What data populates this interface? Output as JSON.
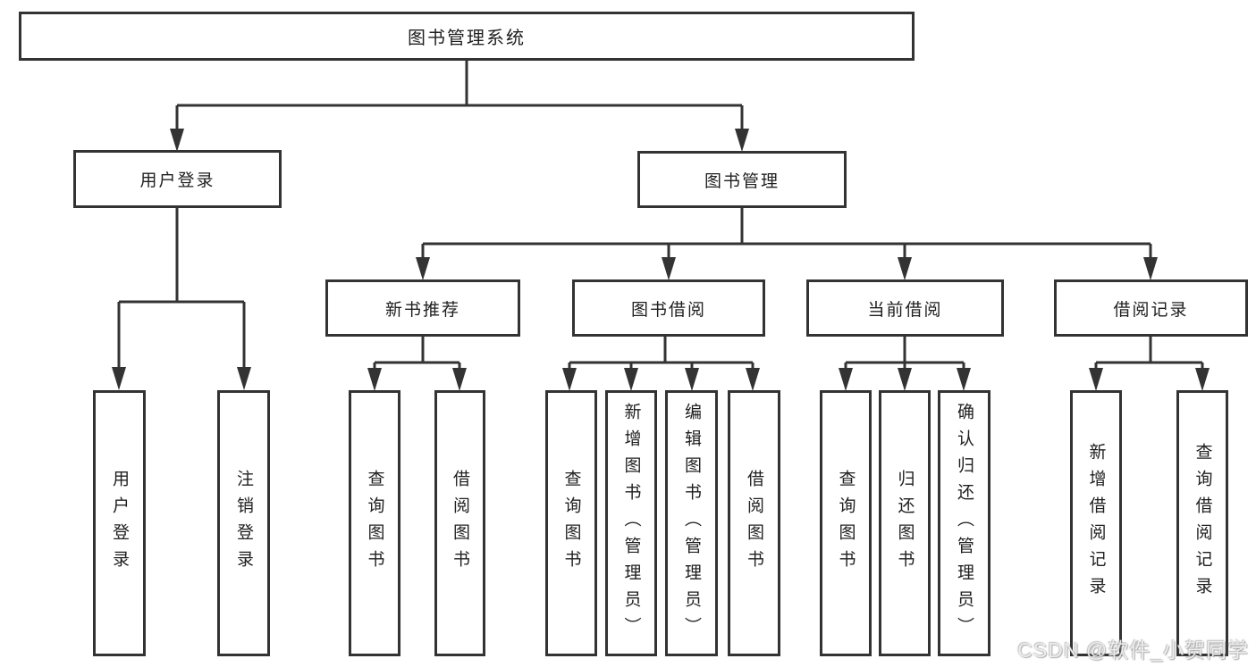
{
  "diagram": {
    "title": "图书管理系统",
    "type": "hierarchy-tree"
  },
  "nodes": {
    "root": {
      "label": "图书管理系统"
    },
    "user_login": {
      "label": "用户登录"
    },
    "book_manage": {
      "label": "图书管理"
    },
    "login_user": {
      "label": "用户登录"
    },
    "logout": {
      "label": "注销登录"
    },
    "new_book_rec": {
      "label": "新书推荐"
    },
    "book_borrow": {
      "label": "图书借阅"
    },
    "current_borrow": {
      "label": "当前借阅"
    },
    "borrow_records": {
      "label": "借阅记录"
    },
    "rec_query": {
      "label": "查询图书"
    },
    "rec_borrow": {
      "label": "借阅图书"
    },
    "bb_query": {
      "label": "查询图书"
    },
    "bb_add": {
      "label": "新增图书（管理员）"
    },
    "bb_edit": {
      "label": "编辑图书（管理员）"
    },
    "bb_borrow": {
      "label": "借阅图书"
    },
    "cb_query": {
      "label": "查询图书"
    },
    "cb_return": {
      "label": "归还图书"
    },
    "cb_confirm": {
      "label": "确认归还（管理员）"
    },
    "br_add": {
      "label": "新增借阅记录"
    },
    "br_query": {
      "label": "查询借阅记录"
    }
  },
  "hierarchy": {
    "图书管理系统": {
      "用户登录": [
        "用户登录",
        "注销登录"
      ],
      "图书管理": {
        "新书推荐": [
          "查询图书",
          "借阅图书"
        ],
        "图书借阅": [
          "查询图书",
          "新增图书（管理员）",
          "编辑图书（管理员）",
          "借阅图书"
        ],
        "当前借阅": [
          "查询图书",
          "归还图书",
          "确认归还（管理员）"
        ],
        "借阅记录": [
          "新增借阅记录",
          "查询借阅记录"
        ]
      }
    }
  },
  "colors": {
    "line": "#333333",
    "box_border": "#333333",
    "text": "#1f1f1f",
    "background": "#ffffff"
  },
  "watermark": {
    "text": "CSDN @软件_小贺同学"
  }
}
